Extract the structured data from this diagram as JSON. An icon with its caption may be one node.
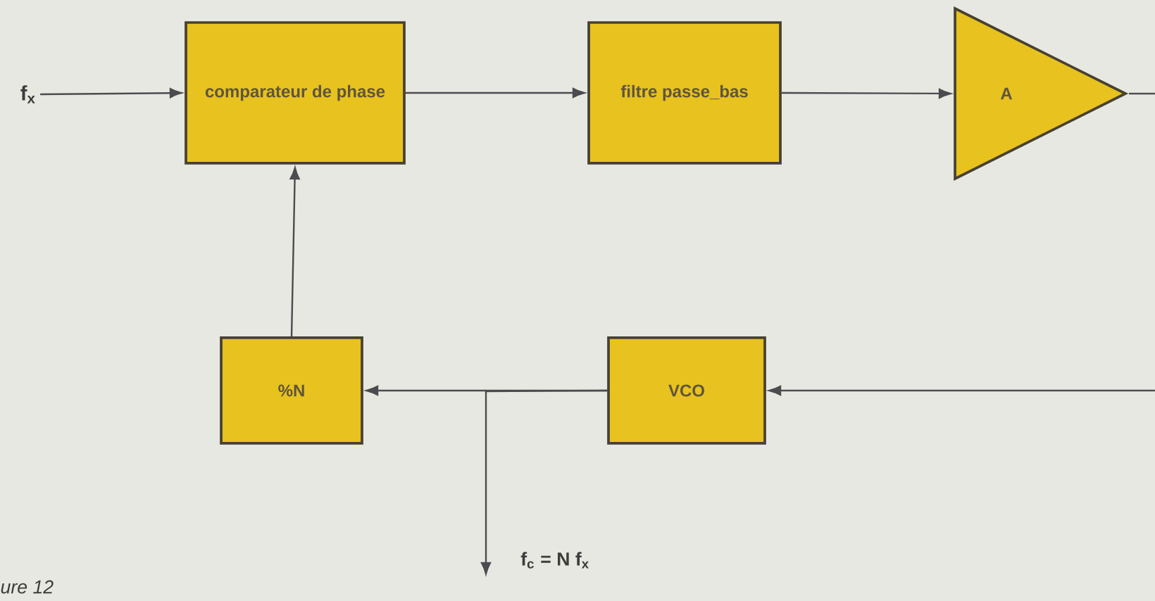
{
  "diagram": {
    "nodes": [
      {
        "text": [
          "f$_{x}$"
        ]
      },
      {
        "text": [
          "comparateur de phase"
        ]
      },
      {
        "text": [
          "filtre passe_bas"
        ]
      },
      {
        "text": [
          "A"
        ]
      },
      {
        "text": [
          "%N"
        ]
      },
      {
        "text": [
          "VCO"
        ]
      }
    ],
    "edges": [
      {
        "from": 0,
        "to": 1,
        "arrow": "to"
      },
      {
        "from": 1,
        "to": 2,
        "arrow": "to"
      },
      {
        "from": 2,
        "to": 3,
        "arrow": "to"
      },
      {
        "from": 3,
        "to": 5,
        "arrow": "to"
      },
      {
        "from": 5,
        "to": 4,
        "arrow": "to"
      },
      {
        "from": 4,
        "to": 1,
        "arrow": "to"
      },
      {
        "from": 5,
        "to": null,
        "arrow": "to",
        "label": "f$_{c}$ = N f$_{x}$"
      }
    ],
    "labels": [
      "ure 12"
    ]
  }
}
